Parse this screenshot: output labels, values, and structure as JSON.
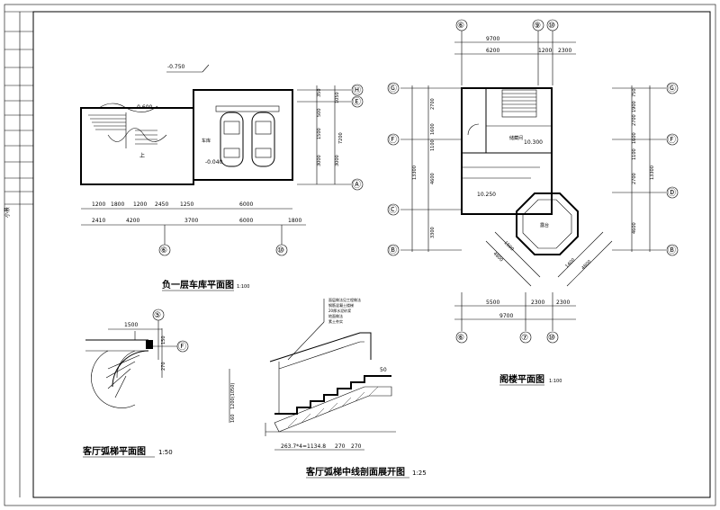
{
  "title_block": {
    "labels": [
      "",
      "",
      "",
      "",
      "",
      "",
      "",
      ""
    ],
    "bottom_label": "小景"
  },
  "garage_plan": {
    "title": "负一层车库平面图",
    "scale": "1:100",
    "elev_top": "-0.750",
    "elev_stair": "-0.600",
    "elev_room": "-0.040",
    "room_label": "车库",
    "stair_label": "上",
    "dim_row1": [
      "1200",
      "1800",
      "1200",
      "2450",
      "1250",
      "6000"
    ],
    "dim_row2": [
      "2410",
      "4200",
      "3700",
      "6000",
      "1800"
    ],
    "right_dims": [
      "350",
      "500",
      "1500",
      "3000",
      "1050",
      "3000",
      "7200"
    ],
    "axis_bottom": [
      "⑥",
      "⑩"
    ],
    "axis_right": [
      "Ⓗ",
      "Ⓔ",
      "Ⓐ"
    ]
  },
  "attic_plan": {
    "title": "阁楼平面图",
    "scale": "1:100",
    "top_dims": [
      "9700",
      "6200",
      "1200",
      "2300"
    ],
    "bottom_dims": [
      "5500",
      "2300",
      "2300",
      "9700"
    ],
    "axis_top": [
      "⑥",
      "⑨",
      "⑩"
    ],
    "axis_bottom": [
      "⑥",
      "⑦",
      "⑩"
    ],
    "axis_left": [
      "Ⓖ",
      "Ⓕ",
      "Ⓒ",
      "Ⓑ"
    ],
    "axis_right": [
      "Ⓖ",
      "Ⓕ",
      "Ⓓ",
      "Ⓑ"
    ],
    "left_dims": [
      "2700",
      "1600",
      "1100",
      "4600",
      "3300",
      "13300"
    ],
    "right_dims": [
      "750",
      "1900",
      "2700",
      "1600",
      "1100",
      "2700",
      "4600",
      "13300"
    ],
    "elev1": "10.300",
    "elev2": "10.250",
    "room1": "储藏间",
    "room2": "露台",
    "diag_dims": [
      "4800",
      "1500",
      "4800",
      "1400"
    ]
  },
  "stair_plan": {
    "title": "客厅弧梯平面图",
    "scale": "1:50",
    "dims": [
      "1500",
      "150",
      "270"
    ],
    "axis": [
      "⑤",
      "Ⓕ"
    ]
  },
  "stair_section": {
    "title": "客厅弧梯中线剖面展开图",
    "scale": "1:25",
    "dims": [
      "263.7*4=1134.8",
      "270",
      "270"
    ],
    "height_dims": [
      "1200(1050)",
      "160"
    ],
    "top_dim": "50",
    "notes": [
      "面层做法见工程做法",
      "钢筋混凝土楼梯",
      "20厚水泥砂浆",
      "地面做法",
      "素土夯实"
    ]
  }
}
